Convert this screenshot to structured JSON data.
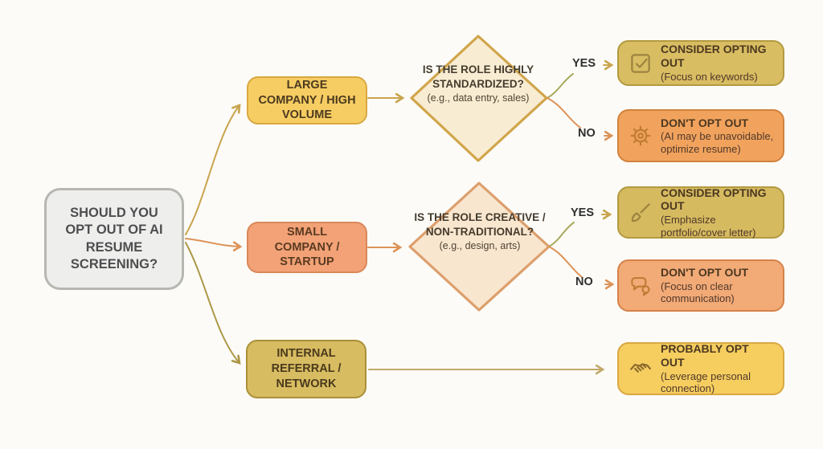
{
  "root": {
    "label": "SHOULD YOU OPT OUT OF AI RESUME SCREENING?"
  },
  "labels": {
    "yes": "YES",
    "no": "NO"
  },
  "branches": [
    {
      "label": "LARGE COMPANY / HIGH VOLUME"
    },
    {
      "label": "SMALL COMPANY / STARTUP"
    },
    {
      "label": "INTERNAL REFERRAL / NETWORK"
    }
  ],
  "decisions": [
    {
      "question": "IS THE ROLE HIGHLY STANDARDIZED?",
      "example": "(e.g., data entry, sales)"
    },
    {
      "question": "IS THE ROLE CREATIVE / NON-TRADITIONAL?",
      "example": "(e.g., design, arts)"
    }
  ],
  "outcomes": [
    {
      "icon": "check-square-icon",
      "title": "CONSIDER OPTING OUT",
      "subtitle": "(Focus on keywords)"
    },
    {
      "icon": "gear-icon",
      "title": "DON'T OPT OUT",
      "subtitle": "(AI may be unavoidable, optimize resume)"
    },
    {
      "icon": "paintbrush-icon",
      "title": "CONSIDER OPTING OUT",
      "subtitle": "(Emphasize portfolio/cover letter)"
    },
    {
      "icon": "chat-bubbles-icon",
      "title": "DON'T OPT OUT",
      "subtitle": "(Focus on clear communication)"
    },
    {
      "icon": "handshake-icon",
      "title": "PROBABLY OPT OUT",
      "subtitle": "(Leverage personal connection)"
    }
  ],
  "colors": {
    "background": "#fcfbf7",
    "root_fill": "#eeeeec",
    "root_border": "#b7b7b2",
    "gold_fill": "#f6cd62",
    "gold_border": "#d9a843",
    "salmon_fill": "#f2a276",
    "salmon_border": "#d9885a",
    "olive_fill": "#d8bc62",
    "olive_border": "#ab9038",
    "cream_diamond_fill": "#f8ecd2",
    "cream_diamond_border": "#d1a54b",
    "peach_diamond_fill": "#f9e6cf",
    "peach_diamond_border": "#dd9f6d",
    "orange_fill": "#f1a35d",
    "orange_border": "#d2813c",
    "connector_gold": "#c9a44e",
    "connector_orange": "#dc9258",
    "connector_olive": "#ad9848",
    "connector_yes_green": "#a9aa5e",
    "connector_tan": "#c2a86a"
  }
}
